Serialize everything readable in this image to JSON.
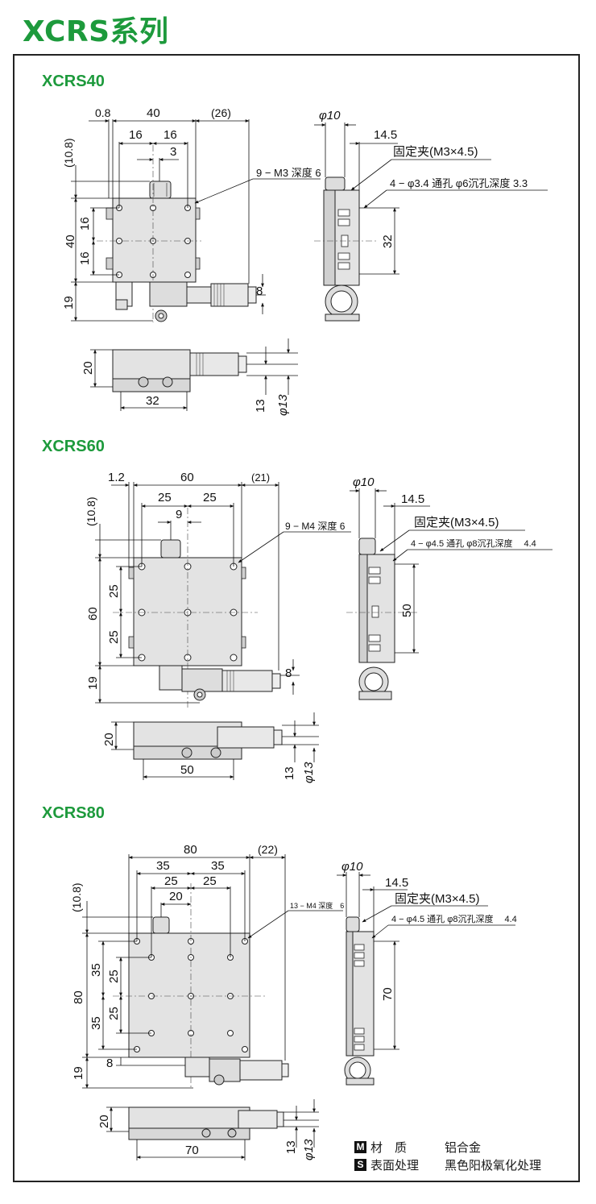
{
  "page": {
    "title": "XCRS系列"
  },
  "sections": [
    {
      "title": "XCRS40",
      "top_dims": [
        "0.8",
        "40",
        "(26)",
        "16",
        "16",
        "3"
      ],
      "left_dims": [
        "(10.8)",
        "16",
        "40",
        "16",
        "19"
      ],
      "right_dim": "8",
      "hole_note": "9 − M3 深度 6",
      "side_dims": [
        "φ10",
        "14.5"
      ],
      "clamp": "固定夹(M3×4.5)",
      "mount_note": "4 − φ3.4 通孔 φ6沉孔深度 3.3",
      "side_vdim": "32",
      "bottom_dims": [
        "20",
        "32",
        "13",
        "φ13"
      ]
    },
    {
      "title": "XCRS60",
      "top_dims": [
        "1.2",
        "60",
        "(21)",
        "25",
        "25",
        "9"
      ],
      "left_dims": [
        "(10.8)",
        "25",
        "60",
        "25",
        "19"
      ],
      "right_dim": "8",
      "hole_note": "9 − M4 深度 6",
      "side_dims": [
        "φ10",
        "14.5"
      ],
      "clamp": "固定夹(M3×4.5)",
      "mount_note": "4 − φ4.5 通孔 φ8沉孔深度 4.4",
      "side_vdim": "50",
      "bottom_dims": [
        "20",
        "50",
        "13",
        "φ13"
      ]
    },
    {
      "title": "XCRS80",
      "top_dims": [
        "80",
        "(22)",
        "35",
        "35",
        "25",
        "25",
        "20"
      ],
      "left_dims": [
        "(10.8)",
        "35",
        "25",
        "80",
        "25",
        "35",
        "19",
        "8"
      ],
      "hole_note": "13 − M4 深度 6",
      "side_dims": [
        "φ10",
        "14.5"
      ],
      "clamp": "固定夹(M3×4.5)",
      "mount_note": "4 − φ4.5 通孔 φ8沉孔深度 4.4",
      "side_vdim": "70",
      "bottom_dims": [
        "20",
        "70",
        "13",
        "φ13"
      ]
    }
  ],
  "legend": [
    {
      "key": "M",
      "label": "材　质",
      "value": "铝合金"
    },
    {
      "key": "S",
      "label": "表面处理",
      "value": "黑色阳极氧化处理"
    }
  ]
}
